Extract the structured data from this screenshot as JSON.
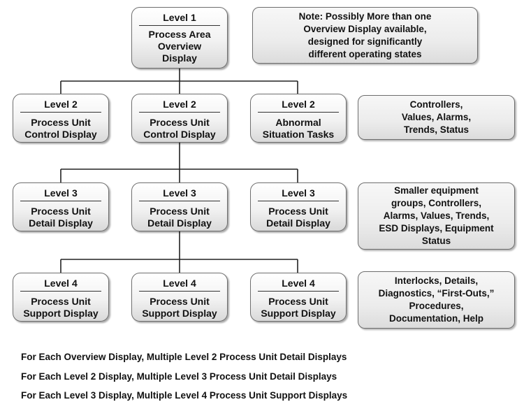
{
  "level1": {
    "level": "Level 1",
    "lines": [
      "Process Area",
      "Overview",
      "Display"
    ]
  },
  "top_note": {
    "lines": [
      "Note: Possibly More than one",
      "Overview Display available,",
      "designed for significantly",
      "different operating states"
    ]
  },
  "level2": [
    {
      "level": "Level 2",
      "lines": [
        "Process Unit",
        "Control Display"
      ]
    },
    {
      "level": "Level 2",
      "lines": [
        "Process Unit",
        "Control Display"
      ]
    },
    {
      "level": "Level 2",
      "lines": [
        "Abnormal",
        "Situation Tasks"
      ]
    }
  ],
  "level2_note": {
    "lines": [
      "Controllers,",
      "Values, Alarms,",
      "Trends, Status"
    ]
  },
  "level3": [
    {
      "level": "Level 3",
      "lines": [
        "Process Unit",
        "Detail Display"
      ]
    },
    {
      "level": "Level 3",
      "lines": [
        "Process Unit",
        "Detail Display"
      ]
    },
    {
      "level": "Level 3",
      "lines": [
        "Process Unit",
        "Detail Display"
      ]
    }
  ],
  "level3_note": {
    "lines": [
      "Smaller equipment",
      "groups, Controllers,",
      "Alarms, Values, Trends,",
      "ESD Displays, Equipment",
      "Status"
    ]
  },
  "level4": [
    {
      "level": "Level 4",
      "lines": [
        "Process Unit",
        "Support Display"
      ]
    },
    {
      "level": "Level 4",
      "lines": [
        "Process Unit",
        "Support Display"
      ]
    },
    {
      "level": "Level 4",
      "lines": [
        "Process Unit",
        "Support Display"
      ]
    }
  ],
  "level4_note": {
    "lines": [
      "Interlocks, Details,",
      "Diagnostics, “First-Outs,”",
      "Procedures,",
      "Documentation, Help"
    ]
  },
  "footer": [
    "For Each Overview Display, Multiple Level 2 Process Unit Detail Displays",
    "For Each Level 2 Display, Multiple Level 3 Process Unit Detail Displays",
    "For Each Level 3 Display, Multiple Level 4 Process Unit Support Displays"
  ]
}
